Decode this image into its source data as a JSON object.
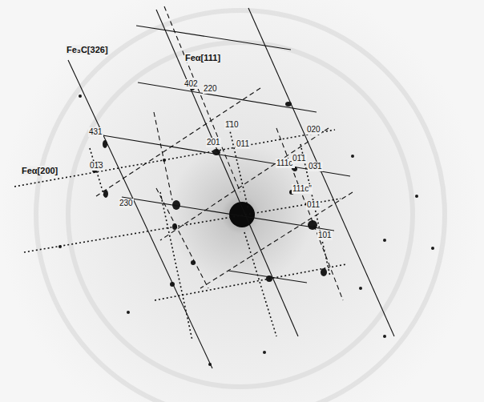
{
  "diagram": {
    "labels": [
      "Fe₃C[326]",
      "Feα[111]",
      "402",
      "220",
      "431",
      "1̄10",
      "201",
      "011",
      "020",
      "Feα[200]",
      "01̄3",
      "111c'",
      "01̄1",
      "03̄1",
      "111c''",
      "011",
      "230",
      "101"
    ]
  }
}
